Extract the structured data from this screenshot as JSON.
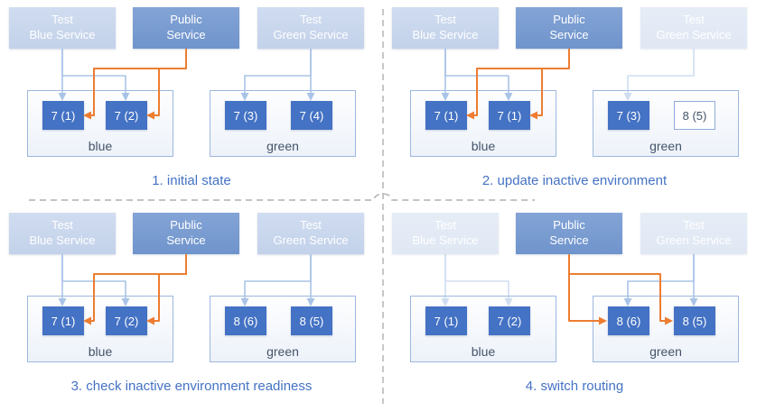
{
  "colors": {
    "pod_blue": "#4472C4",
    "public_service_blue": "#7296CC",
    "test_service_light_blue": "#C9D7EE",
    "public_route_orange": "#ED7D31",
    "test_route_light_blue": "#A9C3E7",
    "environment_border": "#9DB7DE",
    "caption_blue": "#4472C4",
    "divider_gray": "#AFAFAF"
  },
  "panels": [
    {
      "caption": "1. initial state",
      "services": [
        {
          "label": "Test\nBlue Service",
          "faded": false
        },
        {
          "label": "Public\nService",
          "faded": false
        },
        {
          "label": "Test\nGreen Service",
          "faded": false
        }
      ],
      "environments": [
        {
          "label": "blue",
          "pods": [
            {
              "text": "7 (1)",
              "state": "running"
            },
            {
              "text": "7 (2)",
              "state": "running"
            }
          ]
        },
        {
          "label": "green",
          "pods": [
            {
              "text": "7 (3)",
              "state": "running"
            },
            {
              "text": "7 (4)",
              "state": "running"
            }
          ]
        }
      ],
      "public_routes_to": "blue"
    },
    {
      "caption": "2. update inactive environment",
      "services": [
        {
          "label": "Test\nBlue Service",
          "faded": false
        },
        {
          "label": "Public\nService",
          "faded": false
        },
        {
          "label": "Test\nGreen Service",
          "faded": true
        }
      ],
      "environments": [
        {
          "label": "blue",
          "pods": [
            {
              "text": "7 (1)",
              "state": "running"
            },
            {
              "text": "7 (1)",
              "state": "running"
            }
          ]
        },
        {
          "label": "green",
          "pods": [
            {
              "text": "7 (3)",
              "state": "running"
            },
            {
              "text": "8 (5)",
              "state": "starting"
            }
          ]
        }
      ],
      "public_routes_to": "blue"
    },
    {
      "caption": "3. check inactive environment readiness",
      "services": [
        {
          "label": "Test\nBlue Service",
          "faded": false
        },
        {
          "label": "Public\nService",
          "faded": false
        },
        {
          "label": "Test\nGreen Service",
          "faded": false
        }
      ],
      "environments": [
        {
          "label": "blue",
          "pods": [
            {
              "text": "7 (1)",
              "state": "running"
            },
            {
              "text": "7 (2)",
              "state": "running"
            }
          ]
        },
        {
          "label": "green",
          "pods": [
            {
              "text": "8 (6)",
              "state": "running"
            },
            {
              "text": "8 (5)",
              "state": "running"
            }
          ]
        }
      ],
      "public_routes_to": "blue"
    },
    {
      "caption": "4. switch routing",
      "services": [
        {
          "label": "Test\nBlue Service",
          "faded": true
        },
        {
          "label": "Public\nService",
          "faded": false
        },
        {
          "label": "Test\nGreen Service",
          "faded": true
        }
      ],
      "environments": [
        {
          "label": "blue",
          "pods": [
            {
              "text": "7 (1)",
              "state": "running"
            },
            {
              "text": "7 (2)",
              "state": "running"
            }
          ]
        },
        {
          "label": "green",
          "pods": [
            {
              "text": "8 (6)",
              "state": "running"
            },
            {
              "text": "8 (5)",
              "state": "running"
            }
          ]
        }
      ],
      "public_routes_to": "green"
    }
  ]
}
